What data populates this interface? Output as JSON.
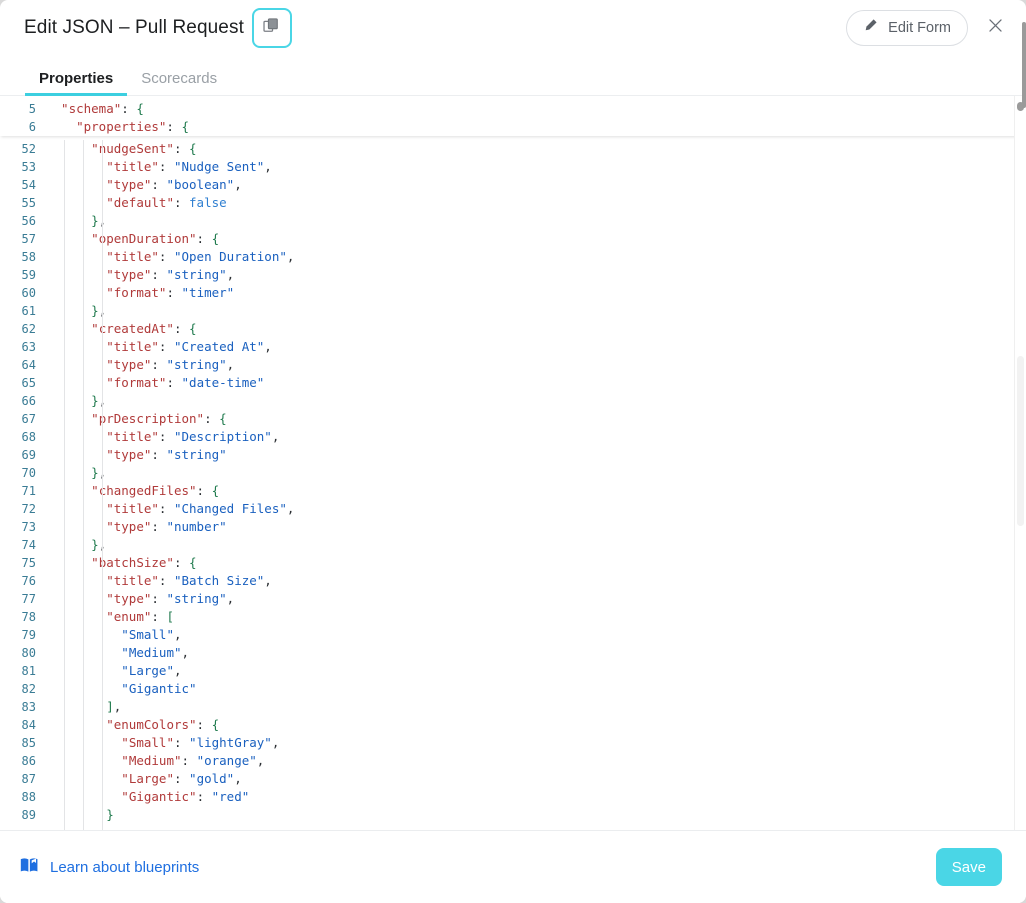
{
  "header": {
    "title": "Edit JSON – Pull Request",
    "copy_icon": "copy-icon",
    "edit_form_label": "Edit Form",
    "edit_form_icon": "pencil-icon",
    "close_icon": "close-icon"
  },
  "tabs": [
    {
      "label": "Properties",
      "active": true
    },
    {
      "label": "Scorecards",
      "active": false
    }
  ],
  "editor": {
    "sticky_lines": [
      {
        "num": "5",
        "indent": 1,
        "tokens": [
          {
            "t": "\"schema\"",
            "c": "k"
          },
          {
            "t": ": ",
            "c": "d"
          },
          {
            "t": "{",
            "c": "p"
          }
        ]
      },
      {
        "num": "6",
        "indent": 2,
        "tokens": [
          {
            "t": "\"properties\"",
            "c": "k"
          },
          {
            "t": ": ",
            "c": "d"
          },
          {
            "t": "{",
            "c": "p"
          }
        ]
      }
    ],
    "lines": [
      {
        "num": "52",
        "indent": 3,
        "tokens": [
          {
            "t": "\"nudgeSent\"",
            "c": "k"
          },
          {
            "t": ": ",
            "c": "d"
          },
          {
            "t": "{",
            "c": "p"
          }
        ]
      },
      {
        "num": "53",
        "indent": 4,
        "tokens": [
          {
            "t": "\"title\"",
            "c": "k"
          },
          {
            "t": ": ",
            "c": "d"
          },
          {
            "t": "\"Nudge Sent\"",
            "c": "s"
          },
          {
            "t": ",",
            "c": "d"
          }
        ]
      },
      {
        "num": "54",
        "indent": 4,
        "tokens": [
          {
            "t": "\"type\"",
            "c": "k"
          },
          {
            "t": ": ",
            "c": "d"
          },
          {
            "t": "\"boolean\"",
            "c": "s"
          },
          {
            "t": ",",
            "c": "d"
          }
        ]
      },
      {
        "num": "55",
        "indent": 4,
        "tokens": [
          {
            "t": "\"default\"",
            "c": "k"
          },
          {
            "t": ": ",
            "c": "d"
          },
          {
            "t": "false",
            "c": "b"
          }
        ]
      },
      {
        "num": "56",
        "indent": 3,
        "tokens": [
          {
            "t": "}",
            "c": "p"
          },
          {
            "t": ",",
            "c": "d"
          }
        ]
      },
      {
        "num": "57",
        "indent": 3,
        "tokens": [
          {
            "t": "\"openDuration\"",
            "c": "k"
          },
          {
            "t": ": ",
            "c": "d"
          },
          {
            "t": "{",
            "c": "p"
          }
        ]
      },
      {
        "num": "58",
        "indent": 4,
        "tokens": [
          {
            "t": "\"title\"",
            "c": "k"
          },
          {
            "t": ": ",
            "c": "d"
          },
          {
            "t": "\"Open Duration\"",
            "c": "s"
          },
          {
            "t": ",",
            "c": "d"
          }
        ]
      },
      {
        "num": "59",
        "indent": 4,
        "tokens": [
          {
            "t": "\"type\"",
            "c": "k"
          },
          {
            "t": ": ",
            "c": "d"
          },
          {
            "t": "\"string\"",
            "c": "s"
          },
          {
            "t": ",",
            "c": "d"
          }
        ]
      },
      {
        "num": "60",
        "indent": 4,
        "tokens": [
          {
            "t": "\"format\"",
            "c": "k"
          },
          {
            "t": ": ",
            "c": "d"
          },
          {
            "t": "\"timer\"",
            "c": "s"
          }
        ]
      },
      {
        "num": "61",
        "indent": 3,
        "tokens": [
          {
            "t": "}",
            "c": "p"
          },
          {
            "t": ",",
            "c": "d"
          }
        ]
      },
      {
        "num": "62",
        "indent": 3,
        "tokens": [
          {
            "t": "\"createdAt\"",
            "c": "k"
          },
          {
            "t": ": ",
            "c": "d"
          },
          {
            "t": "{",
            "c": "p"
          }
        ]
      },
      {
        "num": "63",
        "indent": 4,
        "tokens": [
          {
            "t": "\"title\"",
            "c": "k"
          },
          {
            "t": ": ",
            "c": "d"
          },
          {
            "t": "\"Created At\"",
            "c": "s"
          },
          {
            "t": ",",
            "c": "d"
          }
        ]
      },
      {
        "num": "64",
        "indent": 4,
        "tokens": [
          {
            "t": "\"type\"",
            "c": "k"
          },
          {
            "t": ": ",
            "c": "d"
          },
          {
            "t": "\"string\"",
            "c": "s"
          },
          {
            "t": ",",
            "c": "d"
          }
        ]
      },
      {
        "num": "65",
        "indent": 4,
        "tokens": [
          {
            "t": "\"format\"",
            "c": "k"
          },
          {
            "t": ": ",
            "c": "d"
          },
          {
            "t": "\"date-time\"",
            "c": "s"
          }
        ]
      },
      {
        "num": "66",
        "indent": 3,
        "tokens": [
          {
            "t": "}",
            "c": "p"
          },
          {
            "t": ",",
            "c": "d"
          }
        ]
      },
      {
        "num": "67",
        "indent": 3,
        "tokens": [
          {
            "t": "\"prDescription\"",
            "c": "k"
          },
          {
            "t": ": ",
            "c": "d"
          },
          {
            "t": "{",
            "c": "p"
          }
        ]
      },
      {
        "num": "68",
        "indent": 4,
        "tokens": [
          {
            "t": "\"title\"",
            "c": "k"
          },
          {
            "t": ": ",
            "c": "d"
          },
          {
            "t": "\"Description\"",
            "c": "s"
          },
          {
            "t": ",",
            "c": "d"
          }
        ]
      },
      {
        "num": "69",
        "indent": 4,
        "tokens": [
          {
            "t": "\"type\"",
            "c": "k"
          },
          {
            "t": ": ",
            "c": "d"
          },
          {
            "t": "\"string\"",
            "c": "s"
          }
        ]
      },
      {
        "num": "70",
        "indent": 3,
        "tokens": [
          {
            "t": "}",
            "c": "p"
          },
          {
            "t": ",",
            "c": "d"
          }
        ]
      },
      {
        "num": "71",
        "indent": 3,
        "tokens": [
          {
            "t": "\"changedFiles\"",
            "c": "k"
          },
          {
            "t": ": ",
            "c": "d"
          },
          {
            "t": "{",
            "c": "p"
          }
        ]
      },
      {
        "num": "72",
        "indent": 4,
        "tokens": [
          {
            "t": "\"title\"",
            "c": "k"
          },
          {
            "t": ": ",
            "c": "d"
          },
          {
            "t": "\"Changed Files\"",
            "c": "s"
          },
          {
            "t": ",",
            "c": "d"
          }
        ]
      },
      {
        "num": "73",
        "indent": 4,
        "tokens": [
          {
            "t": "\"type\"",
            "c": "k"
          },
          {
            "t": ": ",
            "c": "d"
          },
          {
            "t": "\"number\"",
            "c": "s"
          }
        ]
      },
      {
        "num": "74",
        "indent": 3,
        "tokens": [
          {
            "t": "}",
            "c": "p"
          },
          {
            "t": ",",
            "c": "d"
          }
        ]
      },
      {
        "num": "75",
        "indent": 3,
        "tokens": [
          {
            "t": "\"batchSize\"",
            "c": "k"
          },
          {
            "t": ": ",
            "c": "d"
          },
          {
            "t": "{",
            "c": "p"
          }
        ]
      },
      {
        "num": "76",
        "indent": 4,
        "tokens": [
          {
            "t": "\"title\"",
            "c": "k"
          },
          {
            "t": ": ",
            "c": "d"
          },
          {
            "t": "\"Batch Size\"",
            "c": "s"
          },
          {
            "t": ",",
            "c": "d"
          }
        ]
      },
      {
        "num": "77",
        "indent": 4,
        "tokens": [
          {
            "t": "\"type\"",
            "c": "k"
          },
          {
            "t": ": ",
            "c": "d"
          },
          {
            "t": "\"string\"",
            "c": "s"
          },
          {
            "t": ",",
            "c": "d"
          }
        ]
      },
      {
        "num": "78",
        "indent": 4,
        "tokens": [
          {
            "t": "\"enum\"",
            "c": "k"
          },
          {
            "t": ": ",
            "c": "d"
          },
          {
            "t": "[",
            "c": "p"
          }
        ]
      },
      {
        "num": "79",
        "indent": 5,
        "tokens": [
          {
            "t": "\"Small\"",
            "c": "s"
          },
          {
            "t": ",",
            "c": "d"
          }
        ]
      },
      {
        "num": "80",
        "indent": 5,
        "tokens": [
          {
            "t": "\"Medium\"",
            "c": "s"
          },
          {
            "t": ",",
            "c": "d"
          }
        ]
      },
      {
        "num": "81",
        "indent": 5,
        "tokens": [
          {
            "t": "\"Large\"",
            "c": "s"
          },
          {
            "t": ",",
            "c": "d"
          }
        ]
      },
      {
        "num": "82",
        "indent": 5,
        "tokens": [
          {
            "t": "\"Gigantic\"",
            "c": "s"
          }
        ]
      },
      {
        "num": "83",
        "indent": 4,
        "tokens": [
          {
            "t": "]",
            "c": "p"
          },
          {
            "t": ",",
            "c": "d"
          }
        ]
      },
      {
        "num": "84",
        "indent": 4,
        "tokens": [
          {
            "t": "\"enumColors\"",
            "c": "k"
          },
          {
            "t": ": ",
            "c": "d"
          },
          {
            "t": "{",
            "c": "p"
          }
        ]
      },
      {
        "num": "85",
        "indent": 5,
        "tokens": [
          {
            "t": "\"Small\"",
            "c": "k"
          },
          {
            "t": ": ",
            "c": "d"
          },
          {
            "t": "\"lightGray\"",
            "c": "s"
          },
          {
            "t": ",",
            "c": "d"
          }
        ]
      },
      {
        "num": "86",
        "indent": 5,
        "tokens": [
          {
            "t": "\"Medium\"",
            "c": "k"
          },
          {
            "t": ": ",
            "c": "d"
          },
          {
            "t": "\"orange\"",
            "c": "s"
          },
          {
            "t": ",",
            "c": "d"
          }
        ]
      },
      {
        "num": "87",
        "indent": 5,
        "tokens": [
          {
            "t": "\"Large\"",
            "c": "k"
          },
          {
            "t": ": ",
            "c": "d"
          },
          {
            "t": "\"gold\"",
            "c": "s"
          },
          {
            "t": ",",
            "c": "d"
          }
        ]
      },
      {
        "num": "88",
        "indent": 5,
        "tokens": [
          {
            "t": "\"Gigantic\"",
            "c": "k"
          },
          {
            "t": ": ",
            "c": "d"
          },
          {
            "t": "\"red\"",
            "c": "s"
          }
        ]
      },
      {
        "num": "89",
        "indent": 4,
        "tokens": [
          {
            "t": "}",
            "c": "p"
          }
        ]
      }
    ]
  },
  "footer": {
    "learn_label": "Learn about blueprints",
    "learn_icon": "book-icon",
    "save_label": "Save"
  },
  "colors": {
    "accent": "#4ad6e6",
    "link": "#1f6fe0",
    "key": "#b03a3a",
    "string": "#1a60bf",
    "brace": "#1f7a4d",
    "line_number": "#3a7c95"
  }
}
